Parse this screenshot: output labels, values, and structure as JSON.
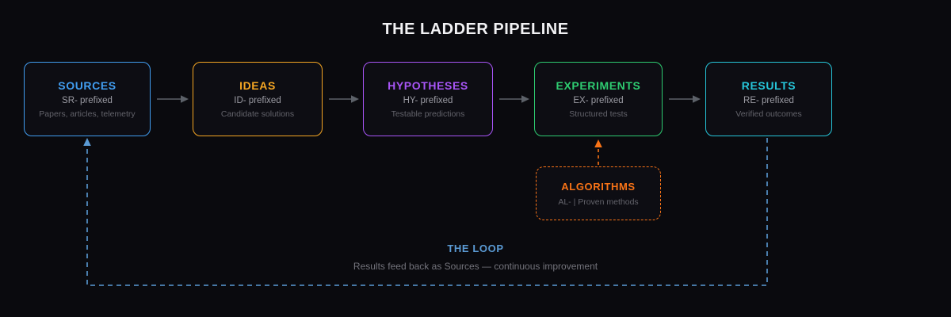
{
  "title": "THE LADDER PIPELINE",
  "stages": [
    {
      "label": "SOURCES",
      "prefix": "SR- prefixed",
      "description": "Papers, articles, telemetry",
      "color": "#419df0"
    },
    {
      "label": "IDEAS",
      "prefix": "ID- prefixed",
      "description": "Candidate solutions",
      "color": "#f5a623"
    },
    {
      "label": "HYPOTHESES",
      "prefix": "HY- prefixed",
      "description": "Testable predictions",
      "color": "#a855f7"
    },
    {
      "label": "EXPERIMENTS",
      "prefix": "EX- prefixed",
      "description": "Structured tests",
      "color": "#2ecc71"
    },
    {
      "label": "RESULTS",
      "prefix": "RE- prefixed",
      "description": "Verified outcomes",
      "color": "#26c6da"
    }
  ],
  "algorithms": {
    "label": "ALGORITHMS",
    "description": "AL- | Proven methods",
    "color": "#f97316"
  },
  "loop": {
    "label": "THE LOOP",
    "description": "Results feed back as Sources — continuous improvement",
    "color": "#5b9bd5"
  },
  "colors": {
    "background": "#0a0a0e",
    "connector": "#5c6168",
    "prefix_text": "#9b9ba3",
    "description_text": "#63636b"
  }
}
